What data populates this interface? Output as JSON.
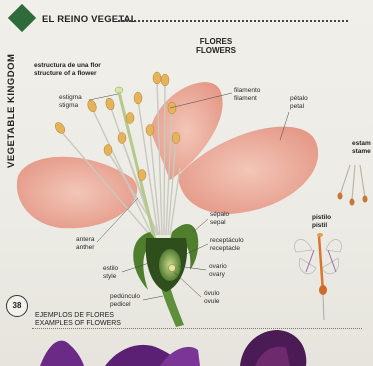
{
  "header": {
    "section_title": "EL REINO VEGETAL",
    "side_title": "VEGETABLE KINGDOM"
  },
  "main": {
    "title_es": "FLORES",
    "title_en": "FLOWERS",
    "subtitle_es": "estructura de una flor",
    "subtitle_en": "structure of a flower"
  },
  "labels": {
    "estigma": {
      "es": "estigma",
      "en": "stigma"
    },
    "filamento": {
      "es": "filamento",
      "en": "filament"
    },
    "petalo": {
      "es": "pétalo",
      "en": "petal"
    },
    "antera": {
      "es": "antera",
      "en": "anther"
    },
    "sepalo": {
      "es": "sépalo",
      "en": "sepal"
    },
    "receptaculo": {
      "es": "receptáculo",
      "en": "receptacle"
    },
    "estilo": {
      "es": "estilo",
      "en": "style"
    },
    "ovario": {
      "es": "ovario",
      "en": "ovary"
    },
    "ovulo": {
      "es": "óvulo",
      "en": "ovule"
    },
    "pedunculo": {
      "es": "pedúnculo",
      "en": "pedicel"
    }
  },
  "right_panel": {
    "estambre_es": "estam",
    "estambre_en": "stame",
    "pistilo_es": "pistilo",
    "pistilo_en": "pistil"
  },
  "footer": {
    "page_number": "38",
    "examples_es": "EJEMPLOS DE FLORES",
    "examples_en": "EXAMPLES OF FLOWERS"
  },
  "colors": {
    "petal": "#e9a08e",
    "stem": "#5f8f3a",
    "sepal": "#4f7f2c",
    "brand_green": "#2f6b3a"
  }
}
